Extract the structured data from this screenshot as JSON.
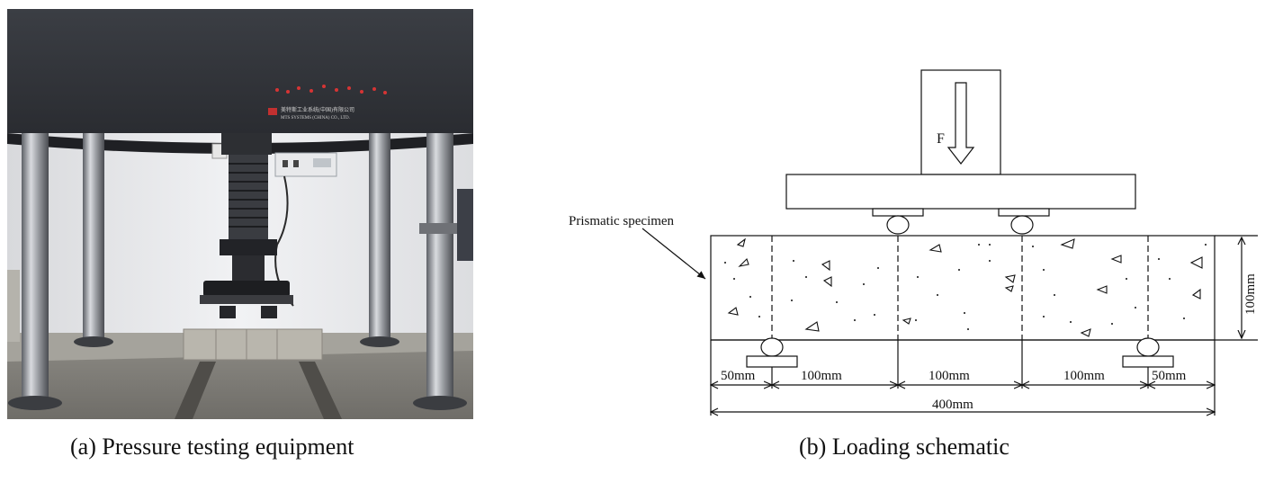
{
  "panel_a": {
    "caption": "(a) Pressure testing equipment",
    "machine_label_cn": "美特斯工业系统(中国)有限公司",
    "machine_label_en": "MTS SYSTEMS (CHINA) CO., LTD."
  },
  "panel_b": {
    "caption": "(b) Loading schematic",
    "force_label": "F",
    "specimen_label": "Prismatic specimen",
    "height_label": "100mm",
    "span_labels": [
      "50mm",
      "100mm",
      "100mm",
      "100mm",
      "50mm"
    ],
    "total_label": "400mm"
  }
}
